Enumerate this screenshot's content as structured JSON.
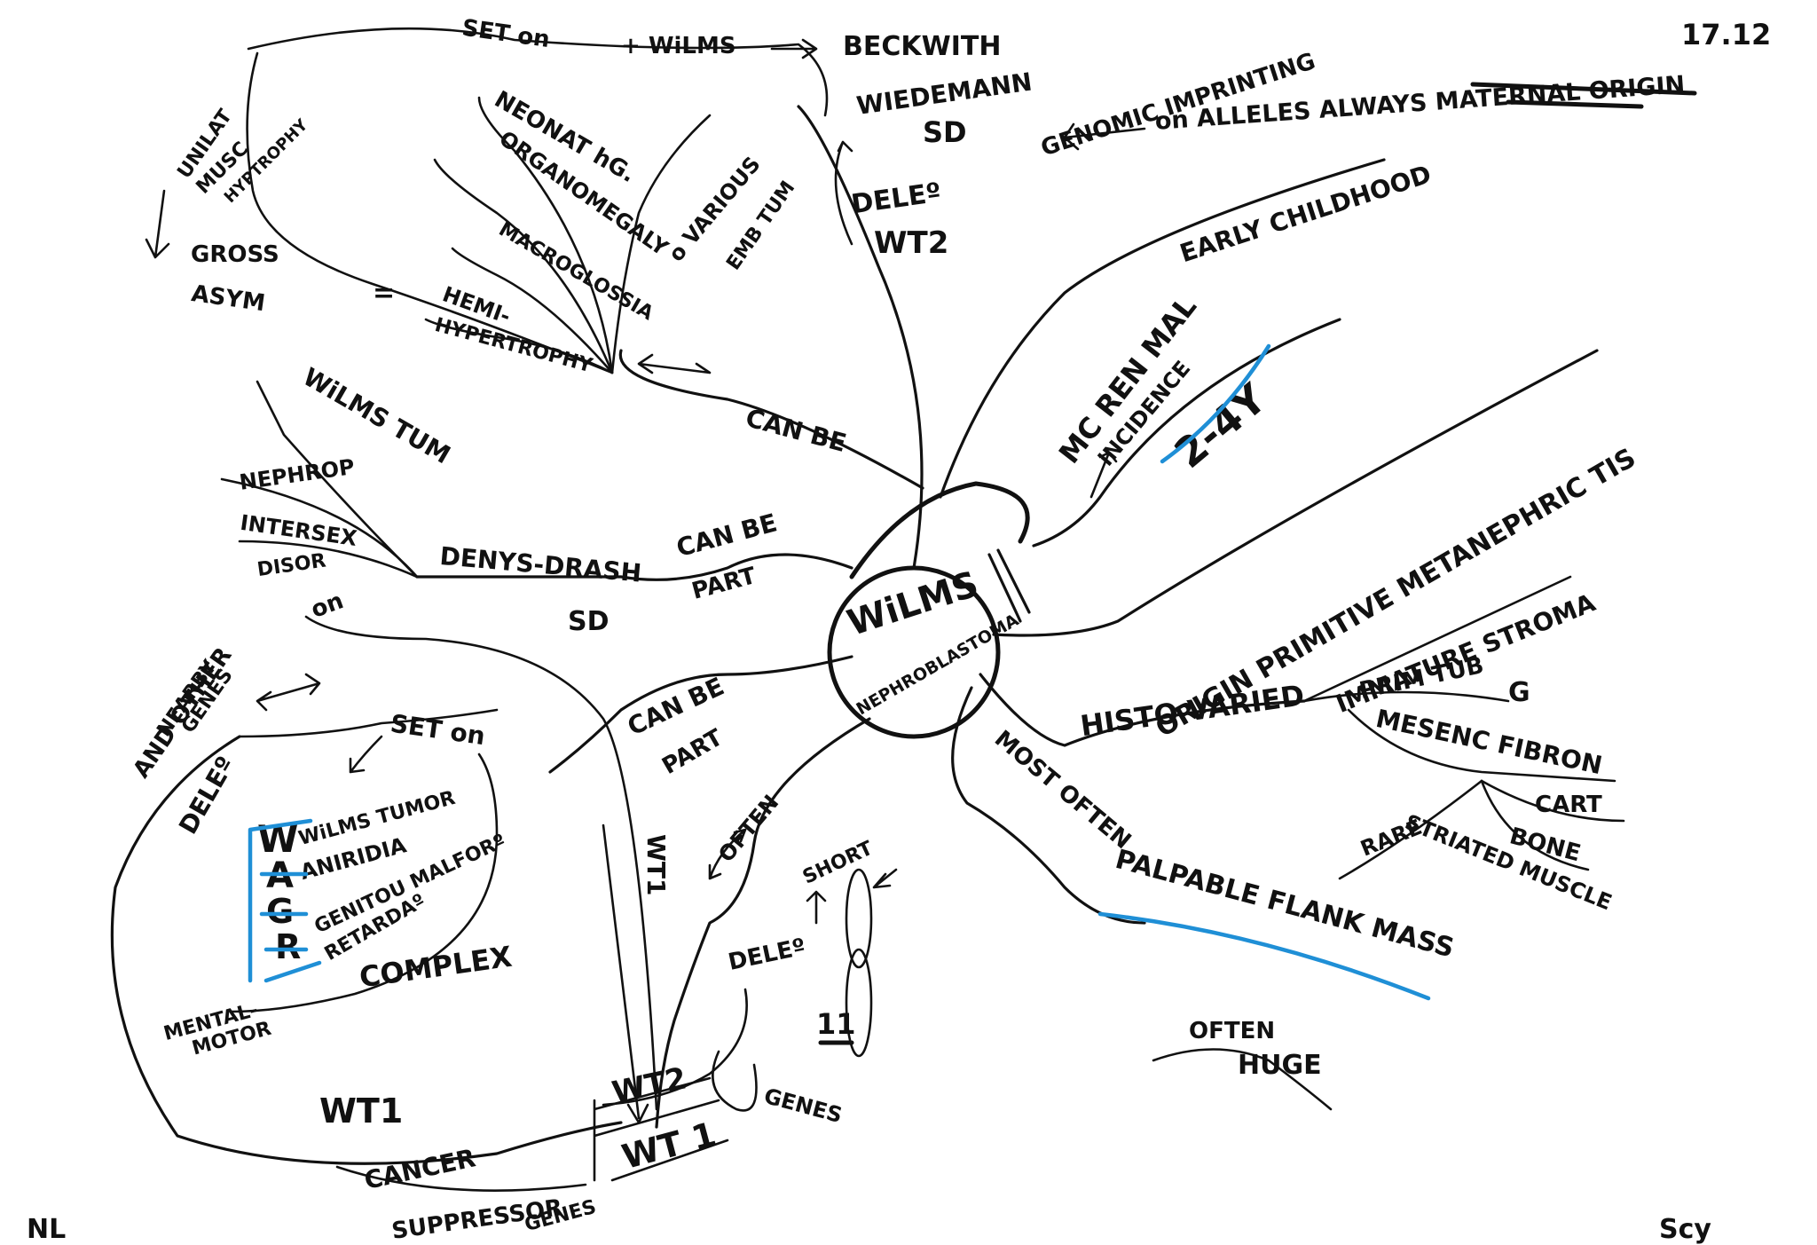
{
  "center": {
    "title": "WiLMS",
    "subtitle": "NEPHROBLASTOMA"
  },
  "corners": {
    "top_right": "17.12",
    "bottom_left": "NL",
    "bottom_right": "Scy"
  },
  "branch_top": {
    "set_on": "SET on",
    "wilms": "+ WiLMS",
    "beckwith": "BECKWITH",
    "wiedemann": "WIEDEMANN",
    "sd": "SD",
    "genomic": "GENOMIC IMPRINTING",
    "alleles": "on ALLELES ALWAYS MATERNAL ORIGIN",
    "dele": "DELEº",
    "wt2": "WT2",
    "can_be": "CAN BE",
    "neonat": "NEONAT hG.",
    "various": "o VARIOUS",
    "emb_tum": "EMB TUM",
    "organomegaly": "ORGANOMEGALY",
    "macroglossia": "MACROGLOSSIA",
    "hemi": "HEMI-",
    "hypertrophy": "HYPERTROPHY",
    "unilat": "UNILAT",
    "musc": "MUSC",
    "hypertrophy2": "HYPTROPHY",
    "gross": "GROSS",
    "asym": "ASYM",
    "equals": "="
  },
  "branch_right": {
    "mc_ren_mal": "MC REN MAL",
    "early_childhood": "EARLY CHILDHOOD",
    "incidence": "iNCIDENCE",
    "age": "2-4Y",
    "origin": "ORIGIN PRIMITIVE METANEPHRIC TIS",
    "histo": "HISTO VARIED",
    "immature": "IMMATURE STROMA",
    "prim_tub": "PRIM TUB",
    "g": "G",
    "mesenc": "MESENC FIBRON",
    "rare": "RARE",
    "cart": "CART",
    "bone": "BONE",
    "striated": "STRIATED MUSCLE",
    "most_often": "MOST OFTEN",
    "palpable": "PALPABLE FLANK MASS",
    "often": "OFTEN",
    "huge": "HUGE"
  },
  "branch_left": {
    "wilms_tum": "WiLMS TUM",
    "nephrop": "NEPHROP",
    "intersex": "INTERSEX",
    "disor": "DISOR",
    "on": "on",
    "denys": "DENYS-DRASH",
    "sd": "SD",
    "can_be": "CAN BE",
    "part": "PART",
    "and_other": "AND OTHER",
    "nearby": "NEARBY",
    "genes": "GENES",
    "dele": "DELEº",
    "set_on": "SET on",
    "wilms_tumor": "WiLMS TUMOR",
    "aniridia": "ANIRIDIA",
    "genito": "GENITOU MALFORº",
    "retardao": "RETARDAº",
    "complex": "COMPLEX",
    "mental": "MENTAL-",
    "motor": "MOTOR",
    "wagr": [
      "W",
      "A",
      "G",
      "R"
    ]
  },
  "branch_bottom": {
    "can_be": "CAN BE",
    "part": "PART",
    "often": "OFTEN",
    "wt1_vert": "WT1",
    "short": "SHORT",
    "dele9": "DELEº",
    "chr_p": "11",
    "wt1": "WT1",
    "wt2": "WT2",
    "wt1_box": "WT 1",
    "genes": "GENES",
    "cancer": "CANCER",
    "suppressor": "SUPPRESSOR",
    "genes2": "GENES"
  }
}
